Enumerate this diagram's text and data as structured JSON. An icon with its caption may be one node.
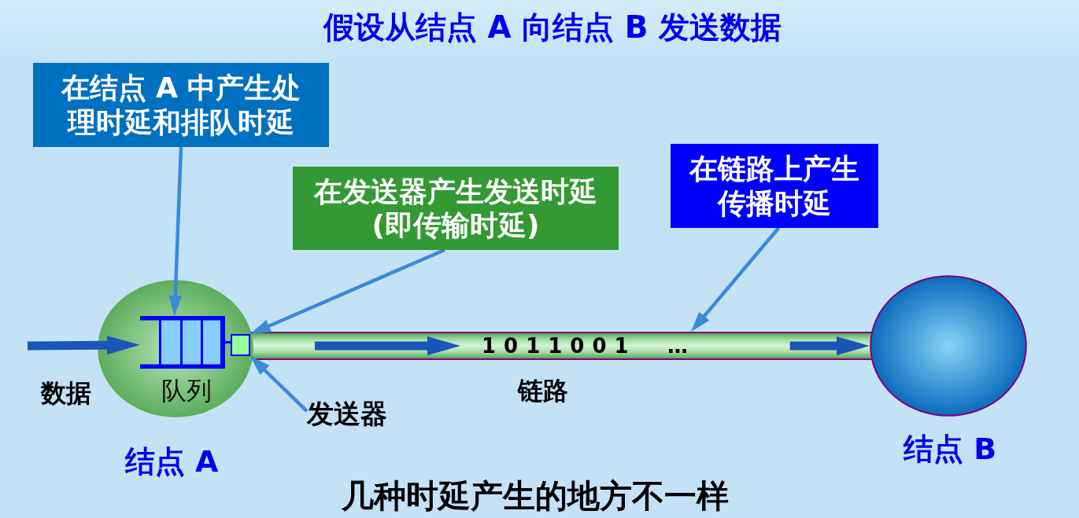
{
  "diagram": {
    "title": "假设从结点 A 向结点 B 发送数据",
    "caption": "几种时延产生的地方不一样",
    "nodes": [
      {
        "text": [
          "在结点 A 中产生处理时延和排队时延"
        ]
      },
      {
        "text": [
          "在发送器产生发送时延(即传输时延)"
        ]
      },
      {
        "text": [
          "在链路上产生传播时延"
        ]
      },
      {
        "text": [],
        "shape": "circle",
        "beside": [
          "结点 A"
        ]
      },
      {
        "text": [],
        "shape": "box",
        "in": 3,
        "beside": [
          "队列"
        ]
      },
      {
        "text": [],
        "shape": "box",
        "in": 3
      },
      {
        "text": [
          "1011001",
          "…"
        ],
        "beside": [
          "链路"
        ]
      },
      {
        "text": [],
        "shape": "circle",
        "beside": [
          "结点 B"
        ]
      },
      {
        "text": [
          "发送器"
        ]
      }
    ],
    "edges": [
      {
        "from": 0,
        "to": 4,
        "arrow": "to"
      },
      {
        "from": 1,
        "to": 5,
        "arrow": "to"
      },
      {
        "from": 2,
        "to": 6,
        "arrow": "to"
      },
      {
        "from": null,
        "to": 4,
        "arrow": "to",
        "label": "数据",
        "style": "thick",
        "color": "#1a55b8"
      },
      {
        "from": 8,
        "to": 5,
        "arrow": "to"
      },
      {
        "from": 6,
        "to": 7,
        "arrow": "to",
        "style": "thick",
        "color": "#1a55b8"
      }
    ]
  }
}
